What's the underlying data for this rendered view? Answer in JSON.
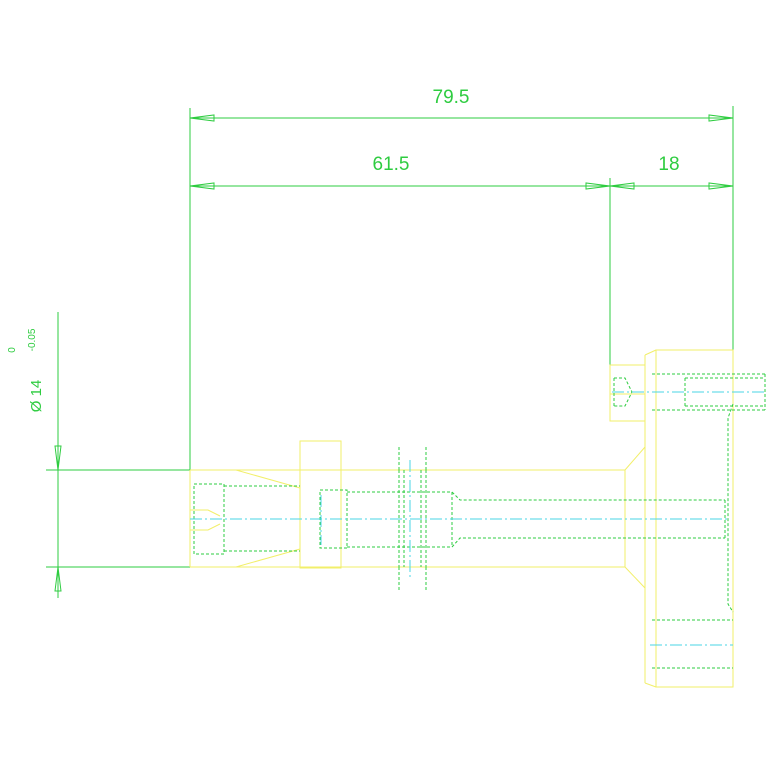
{
  "dimensions": {
    "overall_length": "79.5",
    "shaft_length": "61.5",
    "head_length": "18",
    "diameter": "Ø 14",
    "tolerance_upper": "0",
    "tolerance_lower": "-0.05"
  },
  "colors": {
    "background": "#ffffff",
    "dimension": "#2ecc40",
    "outline": "#f2ef6a",
    "hidden": "#2ecc40",
    "centerline": "#49d6e6"
  }
}
